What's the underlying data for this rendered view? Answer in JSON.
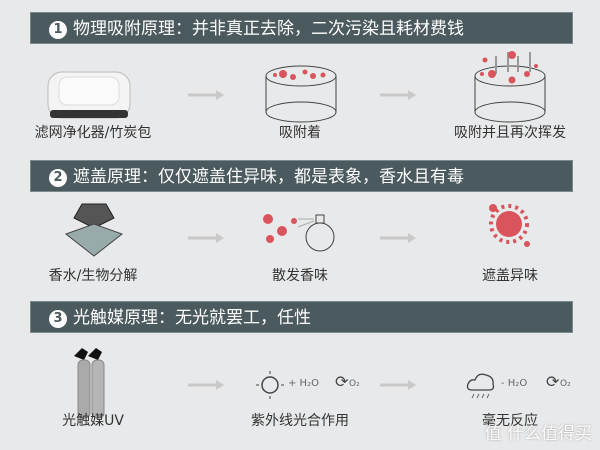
{
  "sections": [
    {
      "number": "1",
      "title": "物理吸附原理：并非真正去除，二次污染且耗材费钱",
      "steps": [
        "滤网净化器/竹炭包",
        "吸附着",
        "吸附并且再次挥发"
      ]
    },
    {
      "number": "2",
      "title": "遮盖原理：仅仅遮盖住异味，都是表象，香水且有毒",
      "steps": [
        "香水/生物分解",
        "散发香味",
        "遮盖异味"
      ]
    },
    {
      "number": "3",
      "title": "光触媒原理：无光就罢工，任性",
      "steps": [
        "光触媒UV",
        "紫外线光合作用",
        "毫无反应"
      ],
      "formula_plus": "+ H₂O",
      "formula_minus": "- H₂O",
      "o2": "O₂"
    }
  ],
  "watermark": "值 什么值得买",
  "colors": {
    "bar": "#4b5a5e",
    "germ": "#d9545c",
    "arrow": "#c8c8c8"
  }
}
